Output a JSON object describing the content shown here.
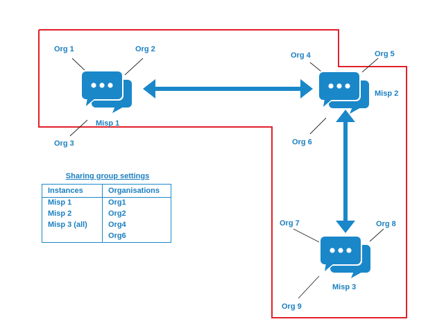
{
  "colors": {
    "accent": "#1a87c9",
    "text": "#1a7fc0",
    "boundary": "#e0202a",
    "bubble_white": "#ffffff"
  },
  "icon": "chat-bubbles-icon",
  "instances": {
    "misp1": {
      "label": "Misp 1"
    },
    "misp2": {
      "label": "Misp 2"
    },
    "misp3": {
      "label": "Misp 3"
    }
  },
  "orgs": {
    "org1": "Org 1",
    "org2": "Org 2",
    "org3": "Org 3",
    "org4": "Org 4",
    "org5": "Org 5",
    "org6": "Org 6",
    "org7": "Org 7",
    "org8": "Org 8",
    "org9": "Org 9"
  },
  "sharing_group": {
    "title": "Sharing group settings",
    "headers": {
      "instances": "Instances",
      "organisations": "Organisations"
    },
    "rows": [
      {
        "instance": "Misp 1",
        "organisation": "Org1"
      },
      {
        "instance": "Misp 2",
        "organisation": "Org2"
      },
      {
        "instance": "Misp 3 (all)",
        "organisation": "Org4"
      },
      {
        "instance": "",
        "organisation": "Org6"
      }
    ]
  }
}
